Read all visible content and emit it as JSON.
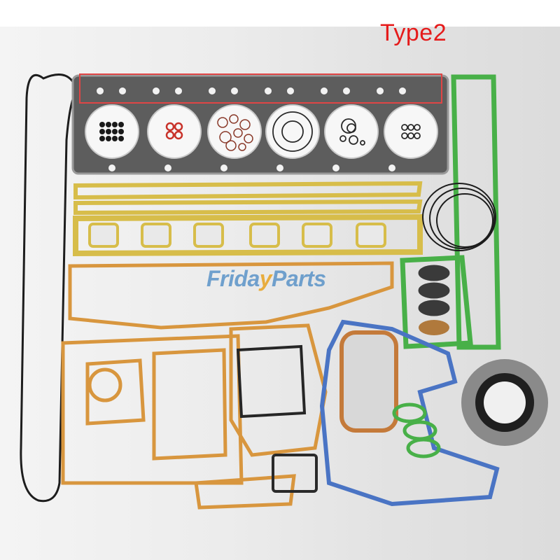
{
  "image": {
    "subject": "engine overhaul full gasket kit laid out on white background",
    "label": {
      "text": "Type2",
      "color": "#e51b1b"
    },
    "watermark": {
      "part1": "Frida",
      "part2": "y",
      "part3": "Parts"
    },
    "highlight_box_color": "#e04545",
    "parts": [
      {
        "name": "cylinder-head-gasket",
        "color": "#555555",
        "note": "6-bore, highlighted with red rectangle"
      },
      {
        "name": "valve-cover-gasket",
        "color": "#222222"
      },
      {
        "name": "o-ring-sets",
        "color": "#9c3c2c"
      },
      {
        "name": "oil-pan-gaskets",
        "color": "#d7bd4a"
      },
      {
        "name": "manifold-gaskets",
        "color": "#d7bd4a"
      },
      {
        "name": "timing-cover-gaskets",
        "color": "#d8963e"
      },
      {
        "name": "side-cover-gaskets",
        "color": "#48b048"
      },
      {
        "name": "front-cover-gasket",
        "color": "#4a74c4"
      },
      {
        "name": "crankshaft-seal",
        "color": "#8a8a8a"
      }
    ]
  }
}
